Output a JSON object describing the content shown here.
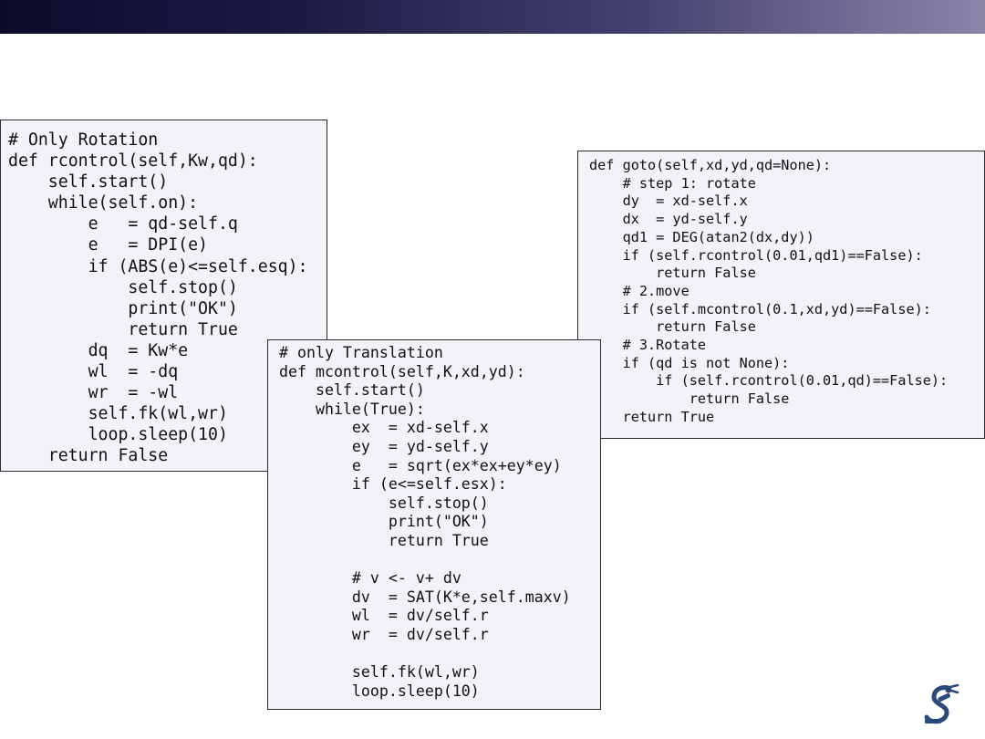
{
  "slide": {
    "accent_colors": {
      "bar_dark": "#0d0b2a",
      "bar_light": "#8a86a8",
      "panel_bg": "#f1f3f8",
      "logo": "#2a4a7a"
    },
    "logo_icon": "robot-arm-logo-icon"
  },
  "code_blocks": {
    "rotation": "# Only Rotation\ndef rcontrol(self,Kw,qd):\n    self.start()\n    while(self.on):\n        e   = qd-self.q\n        e   = DPI(e)\n        if (ABS(e)<=self.esq):\n            self.stop()\n            print(\"OK\")\n            return True\n        dq  = Kw*e\n        wl  = -dq\n        wr  = -wl\n        self.fk(wl,wr)\n        loop.sleep(10)\n    return False",
    "translation": "# only Translation\ndef mcontrol(self,K,xd,yd):\n    self.start()\n    while(True):\n        ex  = xd-self.x\n        ey  = yd-self.y\n        e   = sqrt(ex*ex+ey*ey)\n        if (e<=self.esx):\n            self.stop()\n            print(\"OK\")\n            return True\n\n        # v <- v+ dv\n        dv  = SAT(K*e,self.maxv)\n        wl  = dv/self.r\n        wr  = dv/self.r\n\n        self.fk(wl,wr)\n        loop.sleep(10)",
    "goto": "def goto(self,xd,yd,qd=None):\n    # step 1: rotate\n    dy  = xd-self.x\n    dx  = yd-self.y\n    qd1 = DEG(atan2(dx,dy))\n    if (self.rcontrol(0.01,qd1)==False):\n        return False\n    # 2.move\n    if (self.mcontrol(0.1,xd,yd)==False):\n        return False\n    # 3.Rotate\n    if (qd is not None):\n        if (self.rcontrol(0.01,qd)==False):\n            return False\n    return True"
  }
}
